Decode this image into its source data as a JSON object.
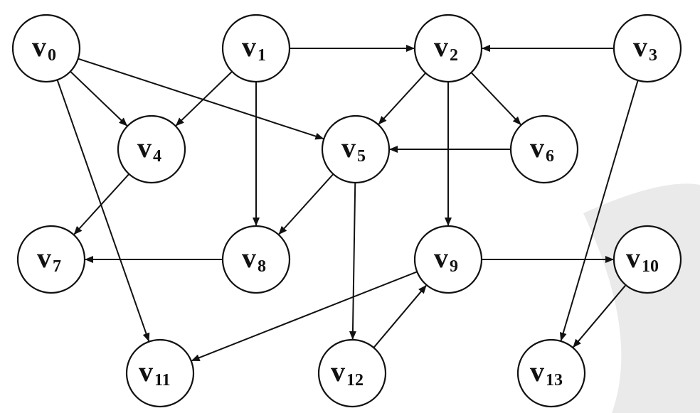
{
  "graph": {
    "type": "directed-graph",
    "nodes": [
      {
        "id": "v0",
        "letter": "v",
        "sub": "0"
      },
      {
        "id": "v1",
        "letter": "v",
        "sub": "1"
      },
      {
        "id": "v2",
        "letter": "v",
        "sub": "2"
      },
      {
        "id": "v3",
        "letter": "v",
        "sub": "3"
      },
      {
        "id": "v4",
        "letter": "v",
        "sub": "4"
      },
      {
        "id": "v5",
        "letter": "v",
        "sub": "5"
      },
      {
        "id": "v6",
        "letter": "v",
        "sub": "6"
      },
      {
        "id": "v7",
        "letter": "v",
        "sub": "7"
      },
      {
        "id": "v8",
        "letter": "v",
        "sub": "8"
      },
      {
        "id": "v9",
        "letter": "v",
        "sub": "9"
      },
      {
        "id": "v10",
        "letter": "v",
        "sub": "10"
      },
      {
        "id": "v11",
        "letter": "v",
        "sub": "11"
      },
      {
        "id": "v12",
        "letter": "v",
        "sub": "12"
      },
      {
        "id": "v13",
        "letter": "v",
        "sub": "13"
      }
    ],
    "edges": [
      [
        "v0",
        "v4"
      ],
      [
        "v0",
        "v5"
      ],
      [
        "v0",
        "v11"
      ],
      [
        "v1",
        "v2"
      ],
      [
        "v1",
        "v4"
      ],
      [
        "v1",
        "v8"
      ],
      [
        "v2",
        "v5"
      ],
      [
        "v2",
        "v6"
      ],
      [
        "v2",
        "v9"
      ],
      [
        "v3",
        "v2"
      ],
      [
        "v3",
        "v13"
      ],
      [
        "v4",
        "v7"
      ],
      [
        "v5",
        "v8"
      ],
      [
        "v5",
        "v12"
      ],
      [
        "v6",
        "v5"
      ],
      [
        "v8",
        "v7"
      ],
      [
        "v9",
        "v10"
      ],
      [
        "v9",
        "v11"
      ],
      [
        "v10",
        "v13"
      ],
      [
        "v12",
        "v9"
      ]
    ]
  },
  "colors": {
    "stroke": "#111111",
    "node_fill": "#ffffff",
    "background": "#ffffff",
    "watermark": "#d9d9d9"
  }
}
